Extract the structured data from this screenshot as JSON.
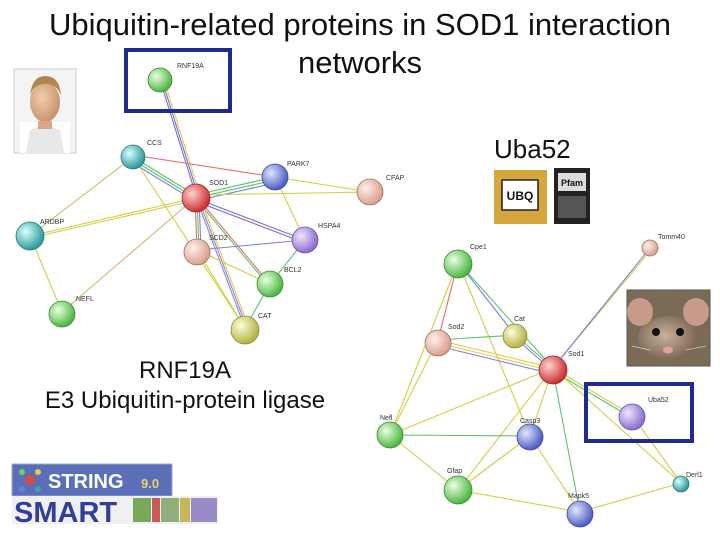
{
  "slide": {
    "title_line1": "Ubiquitin-related proteins in SOD1 interaction",
    "title_line2": "networks",
    "uba_heading": "Uba52",
    "rnf_line1": "RNF19A",
    "rnf_line2": "E3 Ubiquitin-protein ligase"
  },
  "badges": {
    "ubq": "UBQ",
    "pfam": "Pfam",
    "string": "STRING",
    "string_version": "9.0",
    "smart": "SMART"
  },
  "network_left": {
    "nodes": [
      "RNF19A",
      "CCS",
      "PARK7",
      "SOD1",
      "CFAP",
      "ARDBP",
      "SCD2",
      "HSPA4",
      "BCL2",
      "NEFL",
      "CAT"
    ]
  },
  "network_right": {
    "nodes": [
      "Cpe1",
      "Tomm40",
      "Sod2",
      "Cat",
      "Sod1",
      "Nefl",
      "Casp3",
      "Uba52",
      "Gfap",
      "Mapk5",
      "Derl1"
    ]
  },
  "colors": {
    "highlight_box": "#1e2a8c",
    "node_green": "#6fcf5e",
    "node_red": "#e04848",
    "node_blue": "#6b7fd8",
    "node_purple": "#a58ad8",
    "node_teal": "#39a9a9"
  }
}
